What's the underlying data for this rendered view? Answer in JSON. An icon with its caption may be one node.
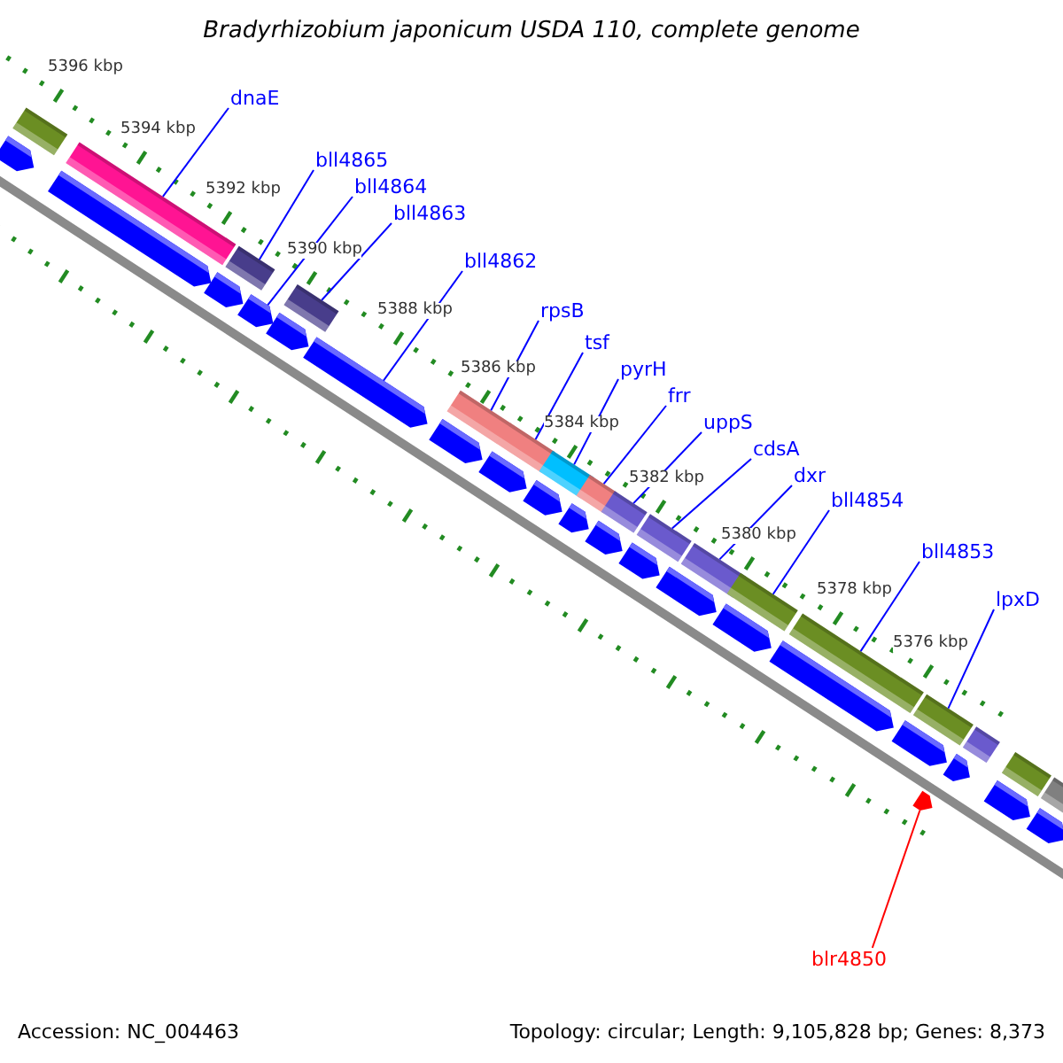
{
  "diagram": {
    "title": "Bradyrhizobium japonicum USDA 110, complete genome",
    "nodes": [
      {
        "text": [
          "dnaE"
        ]
      },
      {
        "text": [
          "bll4865"
        ]
      },
      {
        "text": [
          "bll4864"
        ]
      },
      {
        "text": [
          "bll4863"
        ]
      },
      {
        "text": [
          "bll4862"
        ]
      },
      {
        "text": [
          "rpsB"
        ]
      },
      {
        "text": [
          "tsf"
        ]
      },
      {
        "text": [
          "pyrH"
        ]
      },
      {
        "text": [
          "frr"
        ]
      },
      {
        "text": [
          "uppS"
        ]
      },
      {
        "text": [
          "cdsA"
        ]
      },
      {
        "text": [
          "dxr"
        ]
      },
      {
        "text": [
          "bll4854"
        ]
      },
      {
        "text": [
          "bll4853"
        ]
      },
      {
        "text": [
          "lpxD"
        ]
      },
      {
        "text": [
          "blr4850"
        ]
      },
      {
        "text": [],
        "shape": "pentagon"
      },
      {
        "text": [],
        "shape": "bar"
      },
      {
        "text": [],
        "shape": "pentagon"
      },
      {
        "text": [],
        "shape": "bar"
      },
      {
        "text": [],
        "shape": "pentagon"
      },
      {
        "text": [],
        "shape": "bar"
      },
      {
        "text": [],
        "shape": "pentagon"
      },
      {
        "text": [],
        "shape": "pentagon"
      },
      {
        "text": [],
        "shape": "bar"
      },
      {
        "text": [],
        "shape": "pentagon"
      },
      {
        "text": [],
        "shape": "pentagon"
      },
      {
        "text": [],
        "shape": "bar"
      },
      {
        "text": [],
        "shape": "pentagon"
      },
      {
        "text": [],
        "shape": "bar"
      },
      {
        "text": [],
        "shape": "pentagon"
      },
      {
        "text": [],
        "shape": "bar"
      },
      {
        "text": [],
        "shape": "pentagon"
      },
      {
        "text": [],
        "shape": "bar"
      },
      {
        "text": [],
        "shape": "pentagon"
      },
      {
        "text": [],
        "shape": "bar"
      },
      {
        "text": [],
        "shape": "pentagon"
      },
      {
        "text": [],
        "shape": "bar"
      },
      {
        "text": [],
        "shape": "pentagon"
      },
      {
        "text": [],
        "shape": "bar"
      },
      {
        "text": [],
        "shape": "pentagon"
      },
      {
        "text": [],
        "shape": "bar"
      },
      {
        "text": [],
        "shape": "pentagon"
      },
      {
        "text": [],
        "shape": "bar"
      },
      {
        "text": [],
        "shape": "pentagon"
      },
      {
        "text": [],
        "shape": "bar"
      },
      {
        "text": [],
        "shape": "pentagon"
      },
      {
        "text": [],
        "shape": "pentagon"
      },
      {
        "text": [],
        "shape": "bar"
      },
      {
        "text": [],
        "shape": "pentagon"
      },
      {
        "text": [],
        "shape": "bar"
      },
      {
        "text": [],
        "shape": "pentagon"
      },
      {
        "text": [],
        "shape": "bar"
      }
    ],
    "edges": [
      {
        "from": 0,
        "to": 19,
        "arrow": "none"
      },
      {
        "from": 1,
        "to": 21,
        "arrow": "none"
      },
      {
        "from": 2,
        "to": 22,
        "arrow": "none"
      },
      {
        "from": 3,
        "to": 24,
        "arrow": "none"
      },
      {
        "from": 4,
        "to": 25,
        "arrow": "none"
      },
      {
        "from": 5,
        "to": 27,
        "arrow": "none"
      },
      {
        "from": 6,
        "to": 29,
        "arrow": "none"
      },
      {
        "from": 7,
        "to": 31,
        "arrow": "none"
      },
      {
        "from": 8,
        "to": 33,
        "arrow": "none"
      },
      {
        "from": 9,
        "to": 35,
        "arrow": "none"
      },
      {
        "from": 10,
        "to": 37,
        "arrow": "none"
      },
      {
        "from": 11,
        "to": 39,
        "arrow": "none"
      },
      {
        "from": 12,
        "to": 41,
        "arrow": "none"
      },
      {
        "from": 13,
        "to": 43,
        "arrow": "none"
      },
      {
        "from": 14,
        "to": 45,
        "arrow": "none"
      },
      {
        "from": 15,
        "to": 47,
        "arrow": "none",
        "color": "#ff0000"
      }
    ],
    "labels": [
      "5396 kbp",
      "5394 kbp",
      "5392 kbp",
      "5390 kbp",
      "5388 kbp",
      "5386 kbp",
      "5384 kbp",
      "5382 kbp",
      "5380 kbp",
      "5378 kbp",
      "5376 kbp",
      "Accession: NC_004463",
      "Topology: circular; Length: 9,105,828 bp; Genes: 8,373"
    ]
  }
}
